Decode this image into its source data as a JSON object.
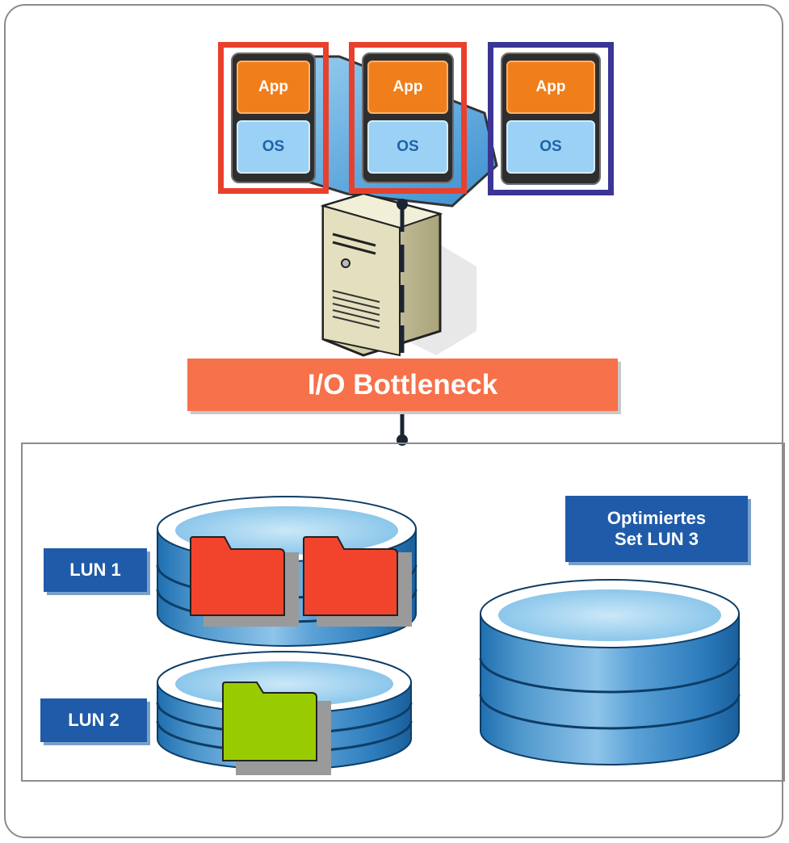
{
  "diagram": {
    "bottleneck_label": "I/O Bottleneck",
    "vms": [
      {
        "app_label": "App",
        "os_label": "OS",
        "frame_color": "#e8402d"
      },
      {
        "app_label": "App",
        "os_label": "OS",
        "frame_color": "#e8402d"
      },
      {
        "app_label": "App",
        "os_label": "OS",
        "frame_color": "#3b3593"
      }
    ],
    "luns": {
      "lun1_label": "LUN 1",
      "lun2_label": "LUN 2",
      "lun3_label_line1": "Optimiertes",
      "lun3_label_line2": "Set LUN 3"
    },
    "colors": {
      "folder_red": "#f2442c",
      "folder_green": "#99cc00",
      "lun_label_bg": "#1f5ba8",
      "bottleneck_bg": "#f7714a"
    }
  }
}
